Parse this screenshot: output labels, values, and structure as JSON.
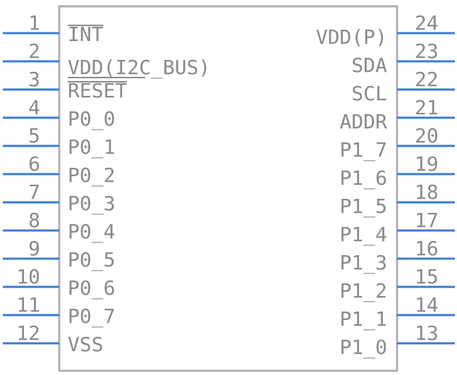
{
  "component": {
    "left_pins": [
      {
        "number": "1",
        "name": "INT",
        "overline": true
      },
      {
        "number": "2",
        "name": "",
        "overline": false
      },
      {
        "number": "3",
        "name": "RESET",
        "overline": true
      },
      {
        "number": "4",
        "name": "P0_0",
        "overline": false
      },
      {
        "number": "5",
        "name": "P0_1",
        "overline": false
      },
      {
        "number": "6",
        "name": "P0_2",
        "overline": false
      },
      {
        "number": "7",
        "name": "P0_3",
        "overline": false
      },
      {
        "number": "8",
        "name": "P0_4",
        "overline": false
      },
      {
        "number": "9",
        "name": "P0_5",
        "overline": false
      },
      {
        "number": "10",
        "name": "P0_6",
        "overline": false
      },
      {
        "number": "11",
        "name": "P0_7",
        "overline": false
      },
      {
        "number": "12",
        "name": "VSS",
        "overline": false
      }
    ],
    "extra_left_label": "VDD(I2C_BUS)",
    "right_pins": [
      {
        "number": "24",
        "name": "VDD(P)"
      },
      {
        "number": "23",
        "name": "SDA"
      },
      {
        "number": "22",
        "name": "SCL"
      },
      {
        "number": "21",
        "name": "ADDR"
      },
      {
        "number": "20",
        "name": "P1_7"
      },
      {
        "number": "19",
        "name": "P1_6"
      },
      {
        "number": "18",
        "name": "P1_5"
      },
      {
        "number": "17",
        "name": "P1_4"
      },
      {
        "number": "16",
        "name": "P1_3"
      },
      {
        "number": "15",
        "name": "P1_2"
      },
      {
        "number": "14",
        "name": "P1_1"
      },
      {
        "number": "13",
        "name": "P1_0"
      }
    ],
    "colors": {
      "pin_line": "#3a7bd5",
      "body_outline": "#b0b0b0",
      "text": "#8a8a8a"
    }
  }
}
